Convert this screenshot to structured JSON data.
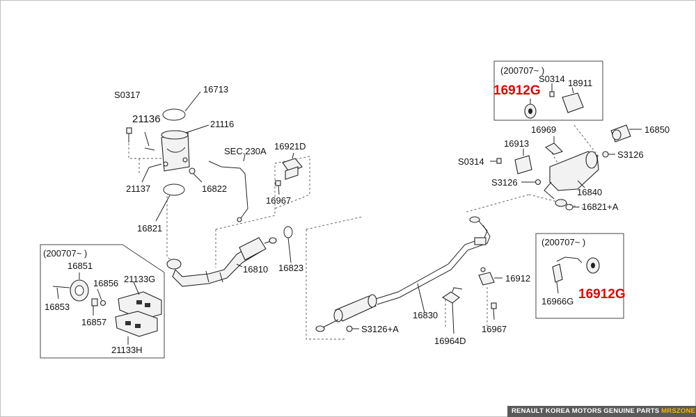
{
  "labels": {
    "s0317": "S0317",
    "p16713": "16713",
    "p21136": "21136",
    "p21116": "21116",
    "p21137": "21137",
    "p16822": "16822",
    "p16821": "16821",
    "sec230a": "SEC.230A",
    "p16921d": "16921D",
    "p16967_top": "16967",
    "p16810": "16810",
    "p16823": "16823",
    "inset_left_note": "(200707~ )",
    "p16851": "16851",
    "p16856": "16856",
    "p21133g": "21133G",
    "p16853": "16853",
    "p16857": "16857",
    "p21133h": "21133H",
    "inset_top_note": "(200707~ )",
    "s0314_inset": "S0314",
    "p18911": "18911",
    "p16912g_top": "16912G",
    "p16850": "16850",
    "p16969": "16969",
    "p16913": "16913",
    "s0314_main": "S0314",
    "s3126": "S3126",
    "s3126_b": "S3126",
    "p16840": "16840",
    "p16821a": "16821+A",
    "inset_right_note": "(200707~ )",
    "p16966g": "16966G",
    "p16912g_bottom": "16912G",
    "p16912": "16912",
    "p16830": "16830",
    "s3126a": "S3126+A",
    "p16964d": "16964D",
    "p16967_bottom": "16967"
  },
  "footer": {
    "text": "RENAULT KOREA MOTORS GENUINE PARTS ",
    "accent": "MRSZONE"
  },
  "colors": {
    "highlight": "#e60000",
    "footer_bg": "#5a5a5a",
    "footer_accent": "#f2b705"
  }
}
